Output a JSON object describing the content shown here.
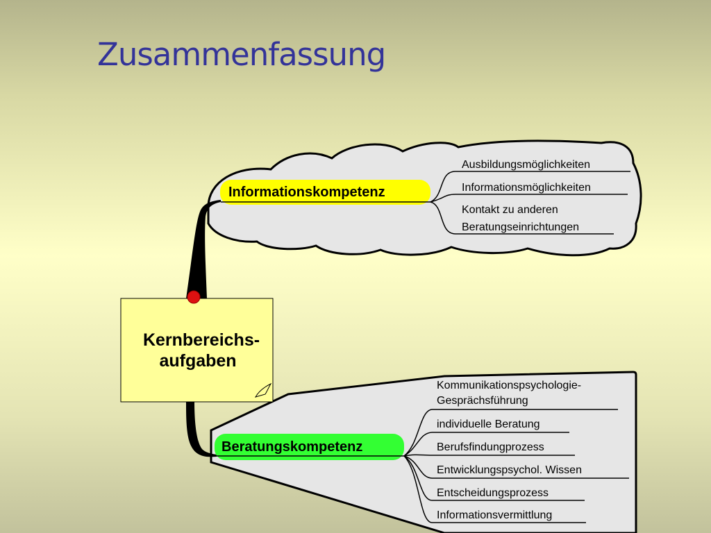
{
  "slide": {
    "title": "Zusammenfassung"
  },
  "mindmap": {
    "central": {
      "line1": "Kernbereichs-",
      "line2": "aufgaben"
    },
    "branches": [
      {
        "label": "Informationskompetenz",
        "highlight_color": "#ffff00",
        "items": [
          {
            "lines": [
              "Ausbildungsmöglichkeiten"
            ]
          },
          {
            "lines": [
              "Informationsmöglichkeiten"
            ]
          },
          {
            "lines": [
              "Kontakt zu anderen",
              "Beratungseinrichtungen"
            ]
          }
        ]
      },
      {
        "label": "Beratungskompetenz",
        "highlight_color": "#33ff33",
        "items": [
          {
            "lines": [
              "Kommunikationspsychologie-",
              "Gesprächsführung"
            ]
          },
          {
            "lines": [
              "individuelle Beratung"
            ]
          },
          {
            "lines": [
              "Berufsfindungprozess"
            ]
          },
          {
            "lines": [
              "Entwicklungspsychol. Wissen"
            ]
          },
          {
            "lines": [
              "Entscheidungsprozess"
            ]
          },
          {
            "lines": [
              "Informationsvermittlung"
            ]
          }
        ]
      }
    ]
  },
  "colors": {
    "title": "#333399",
    "note_fill": "#ffff99",
    "bubble_fill": "#e6e6e6",
    "pin": "#dd1111"
  }
}
